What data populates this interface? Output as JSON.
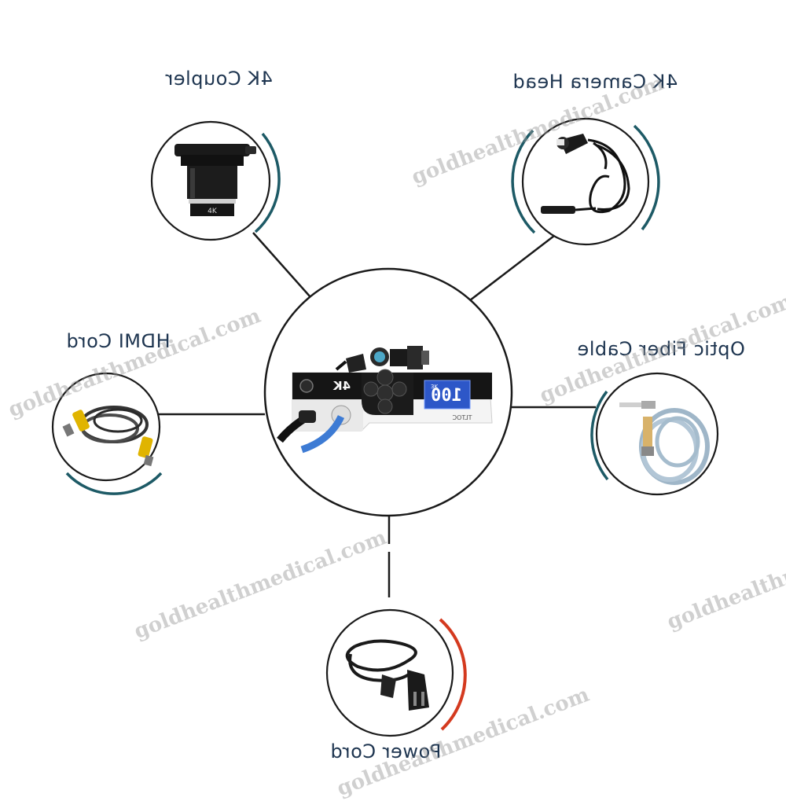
{
  "labels": {
    "coupler": "4K Coupler",
    "camera_head": "4K Camera Head",
    "hdmi": "HDMI Cord",
    "fiber": "Optic Fiber Cable",
    "power": "Power Cord"
  },
  "device": {
    "brand_badge": "4K",
    "display_value": "100",
    "display_tag": "3K",
    "model": "TLTOC",
    "coupler_badge": "4K"
  },
  "watermark": "goldhealthmedical.com",
  "colors": {
    "line": "#1a1a1a",
    "accent_teal": "#1d5a66",
    "accent_red": "#d43a1f",
    "label": "#1e3550",
    "display": "#2d57c8"
  }
}
